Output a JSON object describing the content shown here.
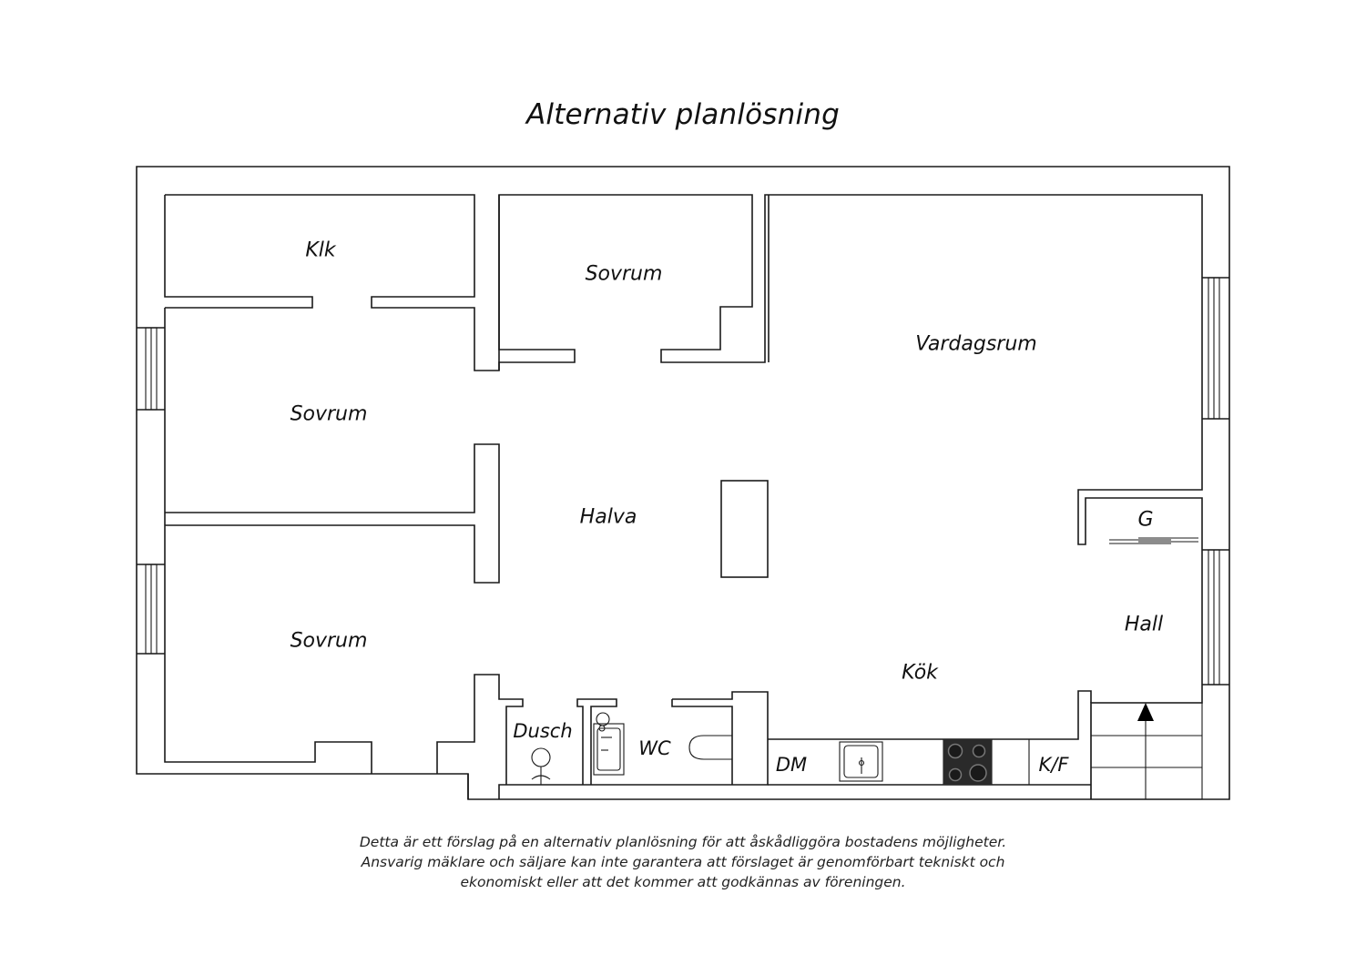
{
  "title": "Alternativ planlösning",
  "rooms": {
    "klk": "Klk",
    "sovrum_top": "Sovrum",
    "vardagsrum": "Vardagsrum",
    "sovrum_left": "Sovrum",
    "halva": "Halva",
    "g": "G",
    "hall": "Hall",
    "sovrum_bottom": "Sovrum",
    "kok": "Kök",
    "dusch": "Dusch",
    "wc": "WC",
    "dm": "DM",
    "kf": "K/F"
  },
  "disclaimer": {
    "line1": "Detta är ett förslag på en alternativ planlösning för att åskådliggöra bostadens möjligheter.",
    "line2": "Ansvarig mäklare och säljare kan inte garantera att förslaget är genomförbart tekniskt och",
    "line3": "ekonomiskt eller att det kommer att godkännas av föreningen."
  },
  "icons": [
    "window-icon",
    "sink-icon",
    "stove-icon",
    "toilet-icon",
    "shower-icon",
    "entrance-arrow-icon"
  ]
}
